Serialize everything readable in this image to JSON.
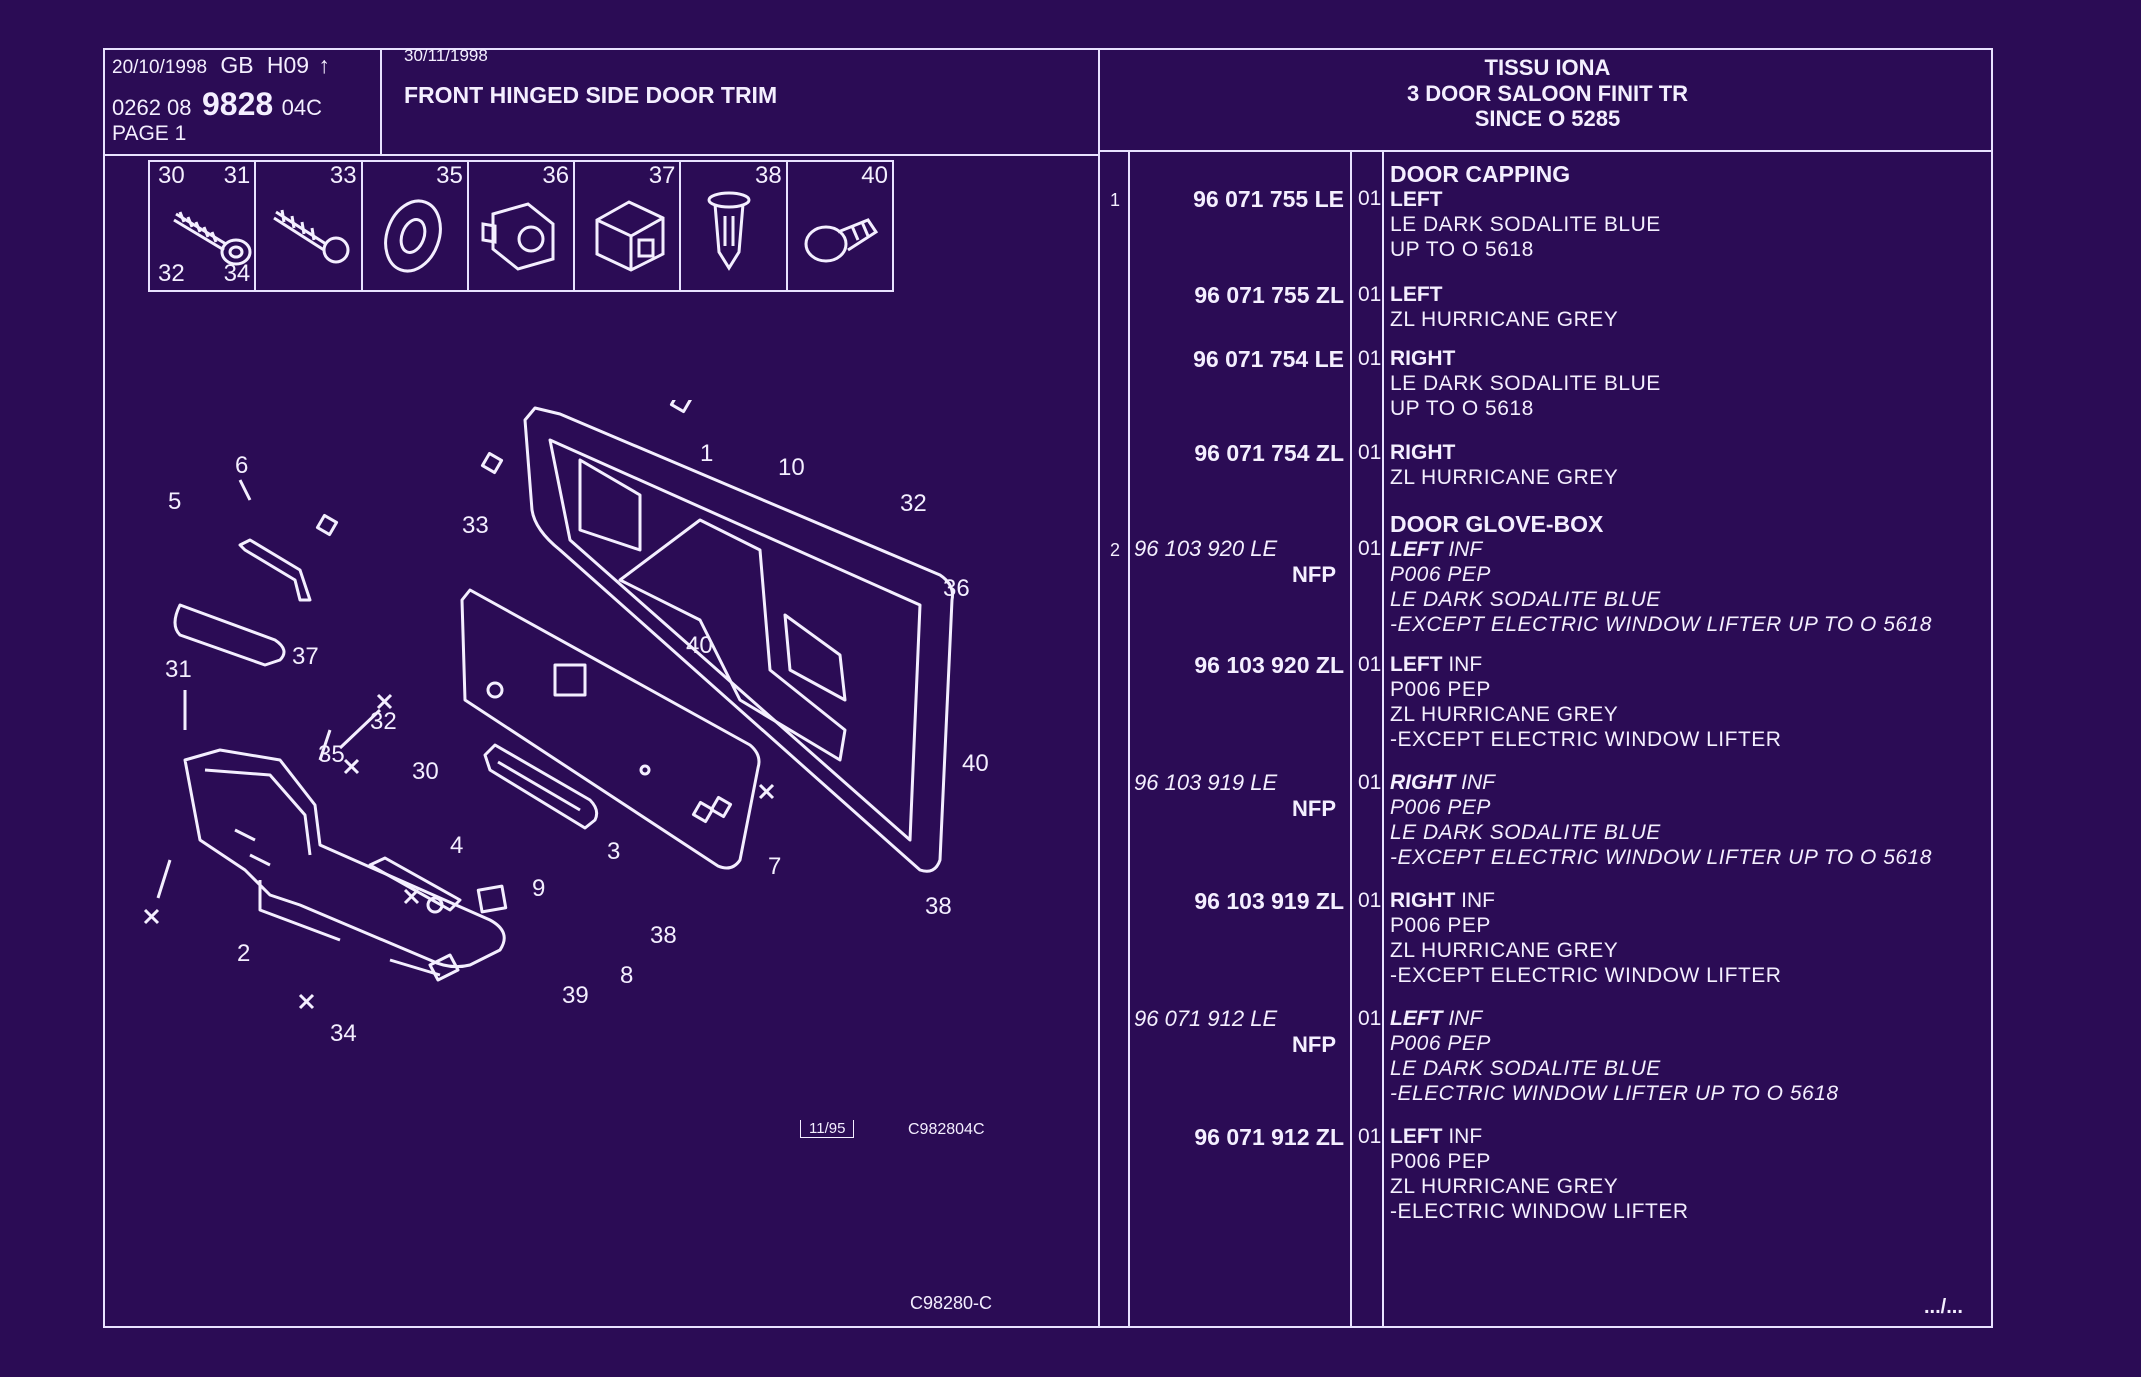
{
  "header": {
    "date1": "20/10/1998",
    "lang": "GB",
    "code": "H09",
    "arrow": "↑",
    "date2": "30/11/1998",
    "ref_prefix": "0262 08",
    "ref_big": "9828",
    "ref_suffix": "04C",
    "page": "PAGE 1",
    "section_title": "FRONT HINGED SIDE DOOR TRIM",
    "model_line1": "TISSU IONA",
    "model_line2": "3 DOOR SALOON FINIT TR",
    "model_line3": "SINCE O 5285"
  },
  "thumbnails": [
    {
      "top": "30",
      "top2": "31",
      "bottom": "32",
      "bottom2": "34",
      "icon": "screw-icon"
    },
    {
      "top": "33",
      "icon": "screw-icon"
    },
    {
      "top": "35",
      "icon": "washer-icon"
    },
    {
      "top": "36",
      "icon": "clip-icon"
    },
    {
      "top": "37",
      "icon": "clip-icon"
    },
    {
      "top": "38",
      "icon": "plug-icon"
    },
    {
      "top": "40",
      "icon": "rivet-icon"
    }
  ],
  "diagram": {
    "callouts": [
      "1",
      "2",
      "3",
      "4",
      "5",
      "6",
      "7",
      "8",
      "9",
      "10",
      "30",
      "31",
      "32",
      "32",
      "33",
      "34",
      "35",
      "36",
      "37",
      "38",
      "38",
      "39",
      "40",
      "40"
    ],
    "date_box": "11/95",
    "figure_ref": "C982804C",
    "footer_ref": "C98280-C"
  },
  "parts": [
    {
      "ref": "1",
      "number": "96 071 755 LE",
      "qty": "01",
      "heading": "DOOR CAPPING",
      "side": "LEFT",
      "side_extra": "",
      "lines": [
        "LE DARK SODALITE BLUE",
        "UP TO O 5618"
      ],
      "italic": false,
      "nfp": ""
    },
    {
      "ref": "",
      "number": "96 071 755 ZL",
      "qty": "01",
      "heading": "",
      "side": "LEFT",
      "side_extra": "",
      "lines": [
        "ZL HURRICANE GREY"
      ],
      "italic": false,
      "nfp": ""
    },
    {
      "ref": "",
      "number": "96 071 754 LE",
      "qty": "01",
      "heading": "",
      "side": "RIGHT",
      "side_extra": "",
      "lines": [
        "LE DARK SODALITE BLUE",
        "UP TO O 5618"
      ],
      "italic": false,
      "nfp": ""
    },
    {
      "ref": "",
      "number": "96 071 754 ZL",
      "qty": "01",
      "heading": "",
      "side": "RIGHT",
      "side_extra": "",
      "lines": [
        "ZL HURRICANE GREY"
      ],
      "italic": false,
      "nfp": ""
    },
    {
      "ref": "2",
      "number": "96 103 920 LE",
      "qty": "01",
      "heading": "DOOR GLOVE-BOX",
      "side": "LEFT",
      "side_extra": "INF",
      "lines": [
        "P006 PEP",
        "LE DARK SODALITE BLUE",
        "-EXCEPT ELECTRIC WINDOW LIFTER UP TO O 5618"
      ],
      "italic": true,
      "nfp": "NFP"
    },
    {
      "ref": "",
      "number": "96 103 920 ZL",
      "qty": "01",
      "heading": "",
      "side": "LEFT",
      "side_extra": "INF",
      "lines": [
        "P006 PEP",
        "ZL HURRICANE GREY",
        "-EXCEPT ELECTRIC WINDOW LIFTER"
      ],
      "italic": false,
      "nfp": ""
    },
    {
      "ref": "",
      "number": "96 103 919 LE",
      "qty": "01",
      "heading": "",
      "side": "RIGHT",
      "side_extra": "INF",
      "lines": [
        "P006 PEP",
        "LE DARK SODALITE BLUE",
        "-EXCEPT ELECTRIC WINDOW LIFTER UP TO O 5618"
      ],
      "italic": true,
      "nfp": "NFP"
    },
    {
      "ref": "",
      "number": "96 103 919 ZL",
      "qty": "01",
      "heading": "",
      "side": "RIGHT",
      "side_extra": "INF",
      "lines": [
        "P006 PEP",
        "ZL HURRICANE GREY",
        "-EXCEPT ELECTRIC WINDOW LIFTER"
      ],
      "italic": false,
      "nfp": ""
    },
    {
      "ref": "",
      "number": "96 071 912 LE",
      "qty": "01",
      "heading": "",
      "side": "LEFT",
      "side_extra": "INF",
      "lines": [
        "P006 PEP",
        "LE DARK SODALITE BLUE",
        "-ELECTRIC WINDOW LIFTER UP TO O 5618"
      ],
      "italic": true,
      "nfp": "NFP"
    },
    {
      "ref": "",
      "number": "96 071 912 ZL",
      "qty": "01",
      "heading": "",
      "side": "LEFT",
      "side_extra": "INF",
      "lines": [
        "P006 PEP",
        "ZL HURRICANE GREY",
        "-ELECTRIC WINDOW LIFTER"
      ],
      "italic": false,
      "nfp": ""
    }
  ],
  "continuation": ".../...",
  "colors": {
    "background": "#2b0c55",
    "ink": "#f4efff"
  }
}
